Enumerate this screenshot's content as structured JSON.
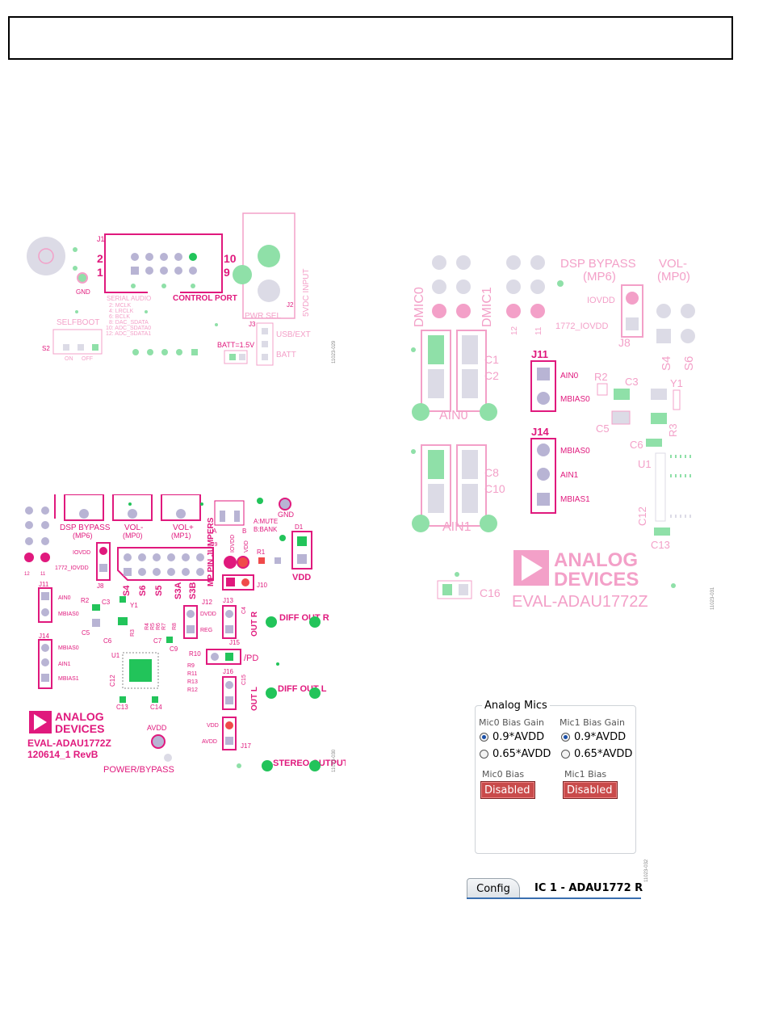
{
  "header": {
    "title": ""
  },
  "figure_ids": {
    "fig1": "11023-029",
    "fig2": "11023-030",
    "fig3": "11023-031",
    "fig4": "11023-032"
  },
  "board1": {
    "gnd": "GND",
    "j1": "J1",
    "pin2": "2",
    "pin1": "1",
    "pin10": "10",
    "pin9": "9",
    "control_port": "CONTROL PORT",
    "serial_audio": "SERIAL AUDIO",
    "pins": [
      "2: MCLK",
      "4: LRCLK",
      "6: BCLK",
      "8: DAC_SDATA",
      "10: ADC_SDATA0",
      "12: ADC_SDATA1"
    ],
    "selfboot": "SELFBOOT",
    "s2": "S2",
    "on": "ON",
    "off": "OFF",
    "j2": "J2",
    "input_5vdc": "5VDC INPUT",
    "pwr_sel": "PWR SEL",
    "j3": "J3",
    "usb_ext": "USB/EXT",
    "batt": "BATT",
    "batt_v": "BATT=1.5V"
  },
  "board2": {
    "dsp_bypass": "DSP BYPASS",
    "mp6": "(MP6)",
    "vol_minus": "VOL-",
    "mp0": "(MP0)",
    "vol_plus": "VOL+",
    "mp1": "(MP1)",
    "a_mute": "A:MUTE",
    "b_bank": "B:BANK",
    "a": "A",
    "b": "B",
    "gnd": "GND",
    "d1": "D1",
    "iovdd": "IOVDD",
    "iovdd_1772": "1772_IOVDD",
    "j8": "J8",
    "j9": "J9",
    "s4": "S4",
    "s6": "S6",
    "s5": "S5",
    "s3a": "S3A",
    "s3b": "S3B",
    "mp_pin_jumpers": "MP PIN JUMPERS",
    "iovdd_v": "IOVDD",
    "vdd_v": "VDD",
    "r1": "R1",
    "j10": "J10",
    "vdd": "VDD",
    "j11": "J11",
    "ain0": "AIN0",
    "mbias0": "MBIAS0",
    "r2": "R2",
    "c3": "C3",
    "y1": "Y1",
    "c5": "C5",
    "r3": "R3",
    "c6": "C6",
    "c7": "C7",
    "j12": "J12",
    "dvdd": "DVDD",
    "reg": "REG",
    "j13": "J13",
    "out_r": "OUT R",
    "c4": "C4",
    "diff_out_r": "DIFF OUT R",
    "j14": "J14",
    "ain1": "AIN1",
    "mbias1": "MBIAS1",
    "u1": "U1",
    "c9": "C9",
    "r10": "R10",
    "j15": "J15",
    "pd": "/PD",
    "c12": "C12",
    "c13": "C13",
    "c14": "C14",
    "j16": "J16",
    "c15": "C15",
    "out_l": "OUT L",
    "diff_out_l": "DIFF OUT L",
    "brand1": "ANALOG",
    "brand2": "DEVICES",
    "model": "EVAL-ADAU1772Z",
    "rev": "120614_1 RevB",
    "avdd": "AVDD",
    "vdd2": "VDD",
    "avdd2": "AVDD",
    "j17": "J17",
    "power_bypass": "POWER/BYPASS",
    "stereo_output": "STEREO OUTPUT",
    "r_labels": [
      "R4",
      "R5",
      "R6",
      "R7",
      "R8"
    ],
    "r_labels2": [
      "R9",
      "R11",
      "R13",
      "R12"
    ]
  },
  "board3": {
    "dmic0": "DMIC0",
    "dmic1": "DMIC1",
    "l2": "12",
    "l1": "11",
    "dsp_bypass": "DSP BYPASS",
    "mp6": "(MP6)",
    "vol_minus": "VOL-",
    "mp0": "(MP0)",
    "iovdd": "IOVDD",
    "iovdd_1772": "1772_IOVDD",
    "j8": "J8",
    "s4": "S4",
    "s6": "S6",
    "c1": "C1",
    "c2": "C2",
    "ain0_big": "AIN0",
    "j11": "J11",
    "ain0": "AIN0",
    "mbias0": "MBIAS0",
    "r2": "R2",
    "c3": "C3",
    "y1": "Y1",
    "c5": "C5",
    "r3": "R3",
    "c6": "C6",
    "u1": "U1",
    "j14": "J14",
    "mbias0b": "MBIAS0",
    "ain1": "AIN1",
    "mbias1": "MBIAS1",
    "c8": "C8",
    "c10": "C10",
    "ain1_big": "AIN1",
    "c12": "C12",
    "c13": "C13",
    "brand1": "ANALOG",
    "brand2": "DEVICES",
    "model": "EVAL-ADAU1772Z",
    "c16": "C16"
  },
  "analog_mics": {
    "title": "Analog Mics",
    "mic0_gain_label": "Mic0 Bias Gain",
    "mic1_gain_label": "Mic1 Bias Gain",
    "opt_09": "0.9*AVDD",
    "opt_065": "0.65*AVDD",
    "mic0_bias_label": "Mic0 Bias",
    "mic1_bias_label": "Mic1 Bias",
    "mic0_bias_value": "Disabled",
    "mic1_bias_value": "Disabled",
    "mic0_selected": "0.9*AVDD",
    "mic1_selected": "0.9*AVDD"
  },
  "tabs": {
    "config": "Config",
    "ic1": "IC 1 - ADAU1772 R"
  },
  "colors": {
    "magenta": "#e0197d",
    "pink_light": "#f3a0c8",
    "green": "#22c45a",
    "light_green": "#8fe0a8",
    "pad_gray": "#b8b4d4",
    "pad_light": "#dcdbe6",
    "red": "#f04a4a"
  }
}
